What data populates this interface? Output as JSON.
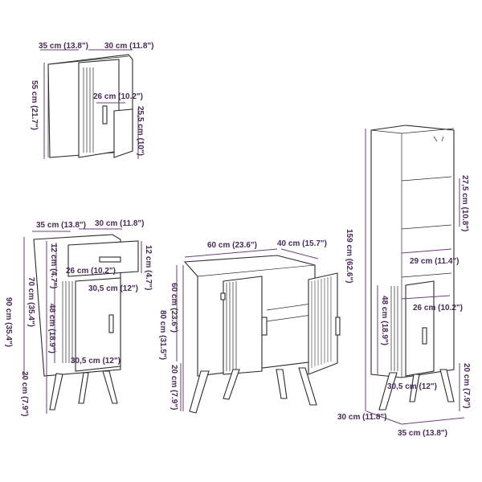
{
  "colors": {
    "dimension": "#4a2a57",
    "dimension_line": "#6b3f7a",
    "outline": "#2a2a2a",
    "background": "#ffffff"
  },
  "wall_cabinet": {
    "depth": "35 cm (13.8\")",
    "width": "30 cm (11.8\")",
    "height": "55 cm (21.7\")",
    "shelf_width": "26 cm (10.2\")",
    "shelf_height": "25,5 cm (10\")"
  },
  "drawer_cabinet": {
    "depth": "35 cm (13.8\")",
    "width": "30 cm (11.8\")",
    "drawer_left": "12 cm (4.7\")",
    "drawer_right": "12 cm (4.7\")",
    "drawer_inner": "26 cm (10.2\")",
    "drawer_outer": "30,5 cm (12\")",
    "total_height_70": "70 cm (35.4\")",
    "total_height_90": "90 cm (35.4\")",
    "body_height": "48 cm (18.9\")",
    "body_width": "30,5 cm (12\")",
    "leg_height": "20 cm (7.9\")"
  },
  "sink_cabinet": {
    "width": "60 cm (23.6\")",
    "depth": "40 cm (15.7\")",
    "body_height": "60 cm (23.6\")",
    "total_height": "80 cm (31.5\")",
    "leg_height": "20 cm (7.9\")"
  },
  "tall_cabinet": {
    "total_height": "159 cm (62.6\")",
    "shelf_height": "27,5 cm (10.8\")",
    "shelf_width": "29 cm (11.4\")",
    "inner_width": "26 cm (10.2\")",
    "body_height": "48 cm (18.9\")",
    "leg_height": "20 cm (7.9\")",
    "door_width": "30,5 cm (12\")",
    "depth": "30 cm (11.8\")",
    "width": "35 cm (13.8\")"
  }
}
